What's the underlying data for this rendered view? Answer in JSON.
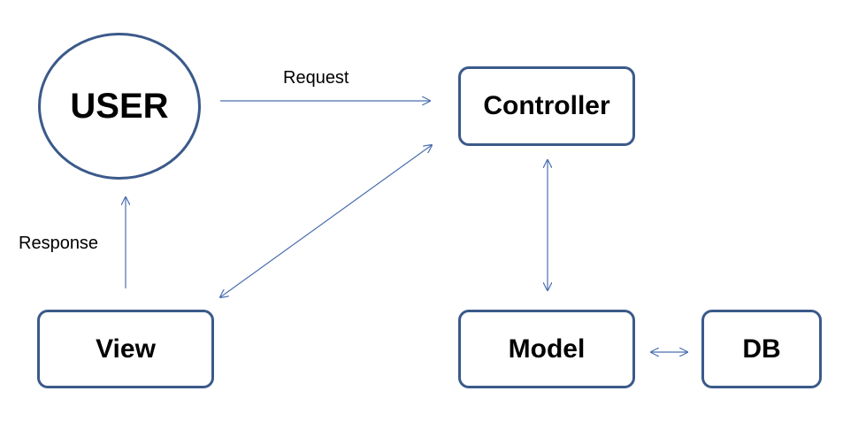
{
  "diagram": {
    "nodes": {
      "user": "USER",
      "controller": "Controller",
      "view": "View",
      "model": "Model",
      "db": "DB"
    },
    "edge_labels": {
      "request": "Request",
      "response": "Response"
    }
  },
  "colors": {
    "node_border": "#3b5a8a",
    "arrow": "#4a6fb0",
    "text": "#000000",
    "background": "#ffffff"
  }
}
